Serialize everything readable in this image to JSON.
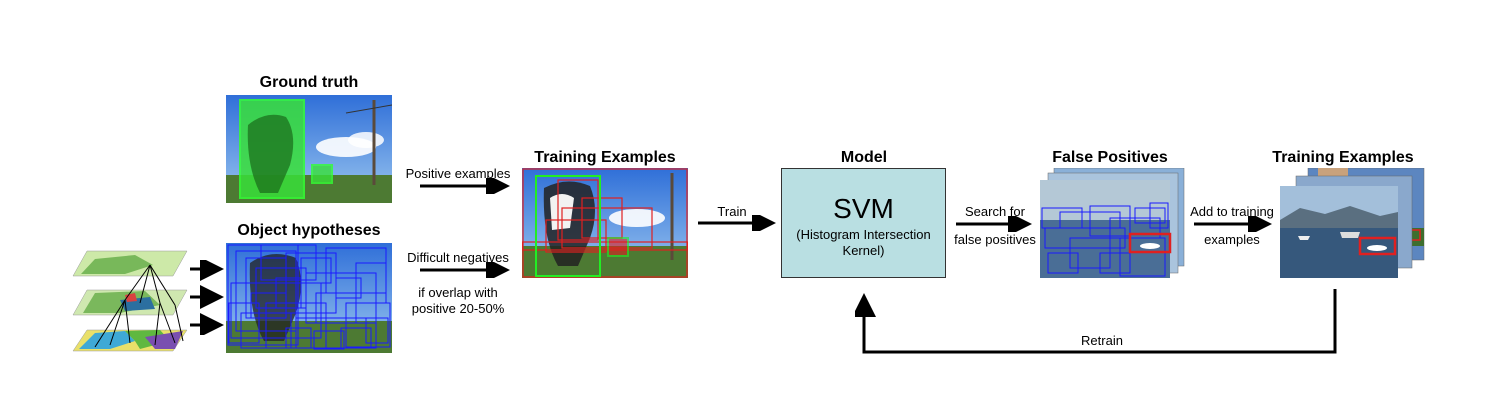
{
  "titles": {
    "ground_truth": "Ground truth",
    "object_hypotheses": "Object hypotheses",
    "training_examples_1": "Training Examples",
    "model": "Model",
    "false_positives": "False Positives",
    "training_examples_2": "Training Examples"
  },
  "labels": {
    "positive_examples": "Positive examples",
    "difficult_negatives": "Difficult negatives",
    "overlap_line1": "if overlap with",
    "overlap_line2": "positive 20-50%",
    "train": "Train",
    "search_line1": "Search for",
    "search_line2": "false positives",
    "add_line1": "Add to training",
    "add_line2": "examples",
    "retrain": "Retrain"
  },
  "model": {
    "name": "SVM",
    "kernel_line1": "(Histogram Intersection",
    "kernel_line2": "Kernel)"
  },
  "colors": {
    "arrow": "#000000",
    "model_fill": "#b9dfe2",
    "ground_truth_box": "#22ee22",
    "hypothesis_box": "#1a1aff",
    "negative_box": "#e02020"
  }
}
